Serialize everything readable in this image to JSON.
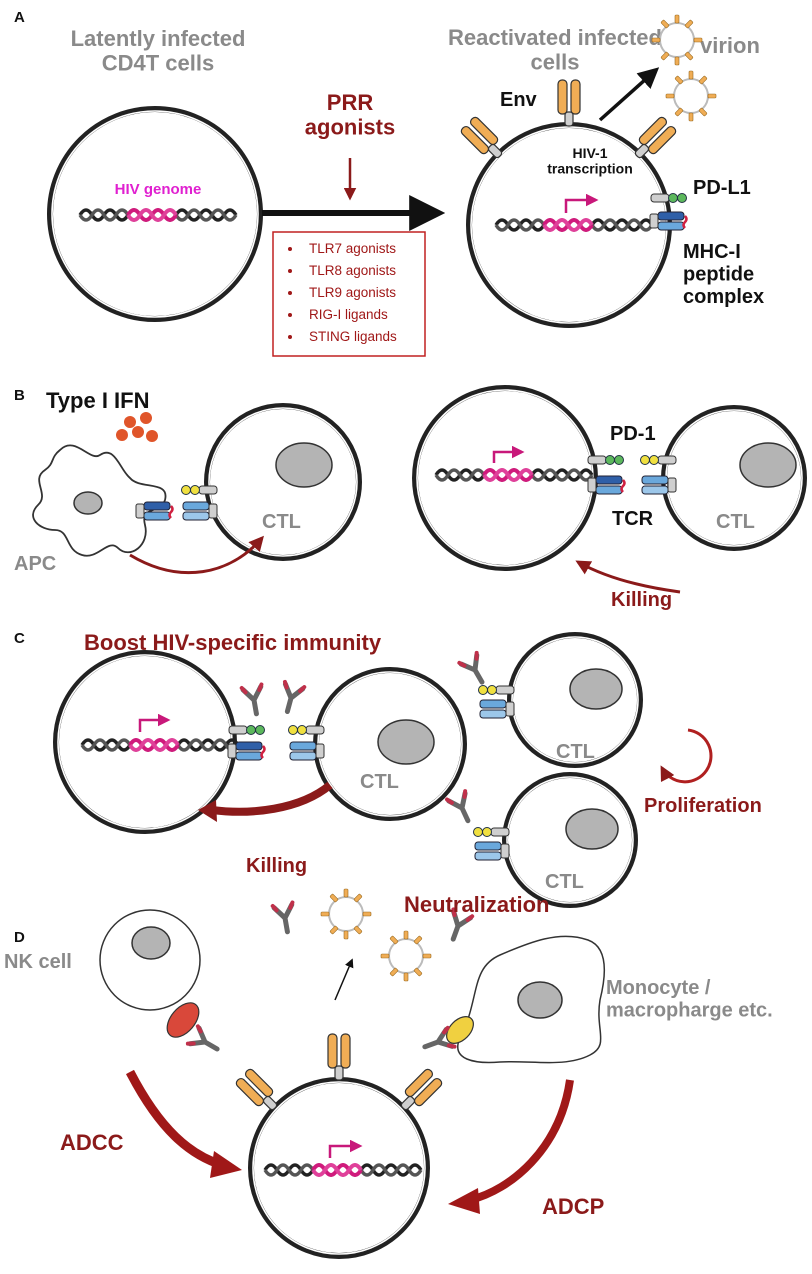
{
  "panels": {
    "a": {
      "letter": "A",
      "latent_cells": "Latently infected CD4T cells",
      "hiv_genome": "HIV genome",
      "prr_title": "PRR agonists",
      "agonists": [
        "TLR7 agonists",
        "TLR8 agonists",
        "TLR9 agonists",
        "RIG-I ligands",
        "STING ligands"
      ],
      "reactivated": "Reactivated infected cells",
      "virion": "virion",
      "env": "Env",
      "transcription": "HIV-1 transcription",
      "pdl1": "PD-L1",
      "mhc": "MHC-I peptide complex"
    },
    "b": {
      "letter": "B",
      "type1ifn": "Type I IFN",
      "apc": "APC",
      "ctl": "CTL",
      "pd1": "PD-1",
      "tcr": "TCR",
      "killing": "Killing"
    },
    "c": {
      "letter": "C",
      "boost": "Boost HIV-specific immunity",
      "ctl": "CTL",
      "killing": "Killing",
      "proliferation": "Proliferation"
    },
    "d": {
      "letter": "D",
      "nk": "NK cell",
      "neutralization": "Neutralization",
      "monocyte": "Monocyte / macropharge etc.",
      "adcc": "ADCC",
      "adcp": "ADCP"
    }
  },
  "colors": {
    "gray_text": "#8a8a8a",
    "dark_red": "#8b1a1a",
    "magenta": "#e020d0",
    "env_orange": "#f0ad55",
    "tcr_blue": "#6aa8dc",
    "mhc_blue": "#2f5fa8",
    "pd_green": "#5cb85c",
    "pd_yellow": "#f0e040",
    "ifn_orange": "#e0552a"
  }
}
